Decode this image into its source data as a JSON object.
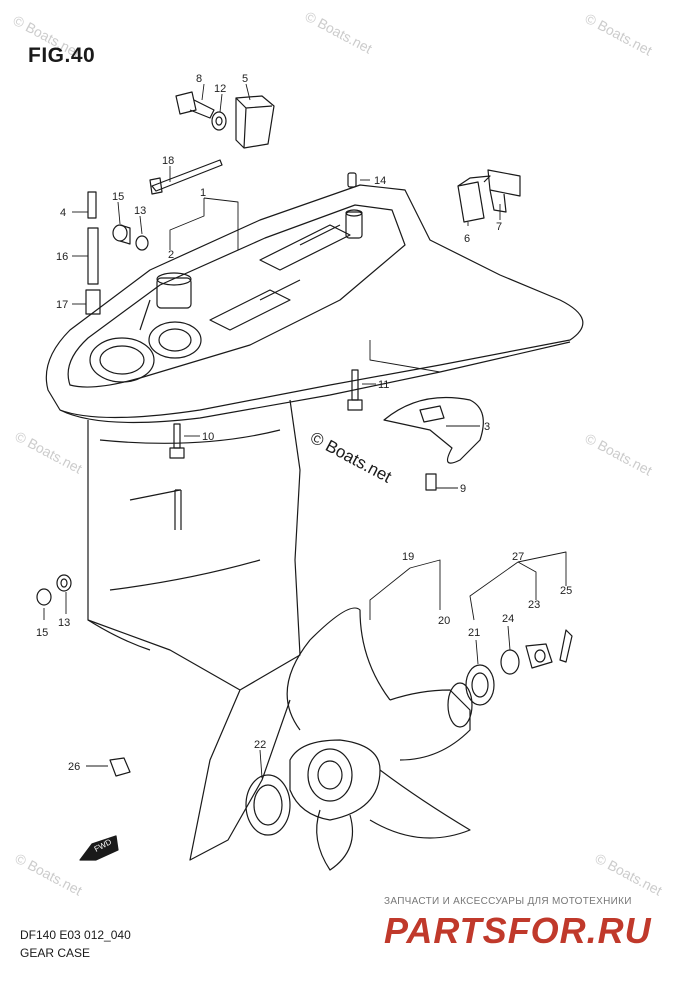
{
  "figure_title": "FIG.40",
  "model_code": "DF140 E03 012_040",
  "caption": "GEAR CASE",
  "copyright": "© Boats.net",
  "watermark": "© Boats.net",
  "ad_tagline": "ЗАПЧАСТИ И АКСЕССУАРЫ ДЛЯ МОТОТЕХНИКИ",
  "ad_logo": "PARTSFOR.RU",
  "fwd_label": "FWD",
  "part_numbers": [
    "8",
    "12",
    "5",
    "18",
    "14",
    "15",
    "13",
    "4",
    "16",
    "17",
    "1",
    "2",
    "6",
    "7",
    "11",
    "3",
    "10",
    "9",
    "19",
    "27",
    "20",
    "21",
    "24",
    "23",
    "25",
    "15",
    "13",
    "22",
    "26"
  ],
  "colors": {
    "ink": "#1a1a1a",
    "background": "#ffffff",
    "ad_red": "#c0392b",
    "watermark": "#cccccc"
  }
}
